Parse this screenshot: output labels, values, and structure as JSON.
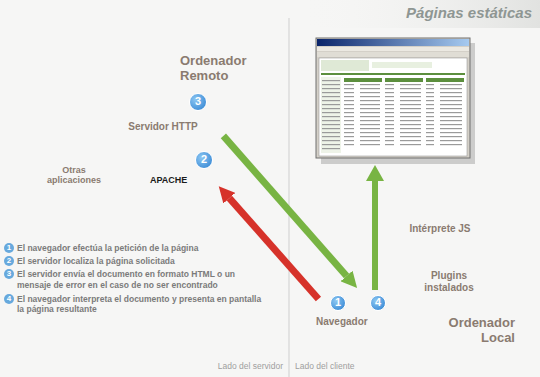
{
  "diagram": {
    "title": "Páginas estáticas",
    "nodes": [
      {
        "text": [
          "Ordenador Remoto"
        ]
      },
      {
        "text": [
          "Servidor HTTP",
          "APACHE"
        ],
        "in": 0
      },
      {
        "text": [
          "Otras aplicaciones"
        ],
        "in": 0
      },
      {
        "text": [
          "Ordenador Local"
        ]
      },
      {
        "text": [
          "Intérprete JS"
        ],
        "in": 3
      },
      {
        "text": [
          "Plugins instalados"
        ],
        "in": 3
      },
      {
        "text": [
          "Navegador"
        ],
        "in": 3
      }
    ],
    "edges": [
      {
        "from": 6,
        "to": 1,
        "arrow": "to"
      },
      {
        "from": 1,
        "to": 6,
        "arrow": "to"
      }
    ],
    "labels": [
      "1",
      "2",
      "3",
      "4",
      "1",
      "El navegador efectúa la petición de la página",
      "2",
      "El servidor localiza la página solicitada",
      "3",
      "El servidor envía el documento en formato HTML o un mensaje de error en el caso de no ser encontrado",
      "4",
      "El navegador interpreta el documento y presenta en pantalla la página resultante",
      "Lado del servidor",
      "Lado del cliente"
    ]
  }
}
